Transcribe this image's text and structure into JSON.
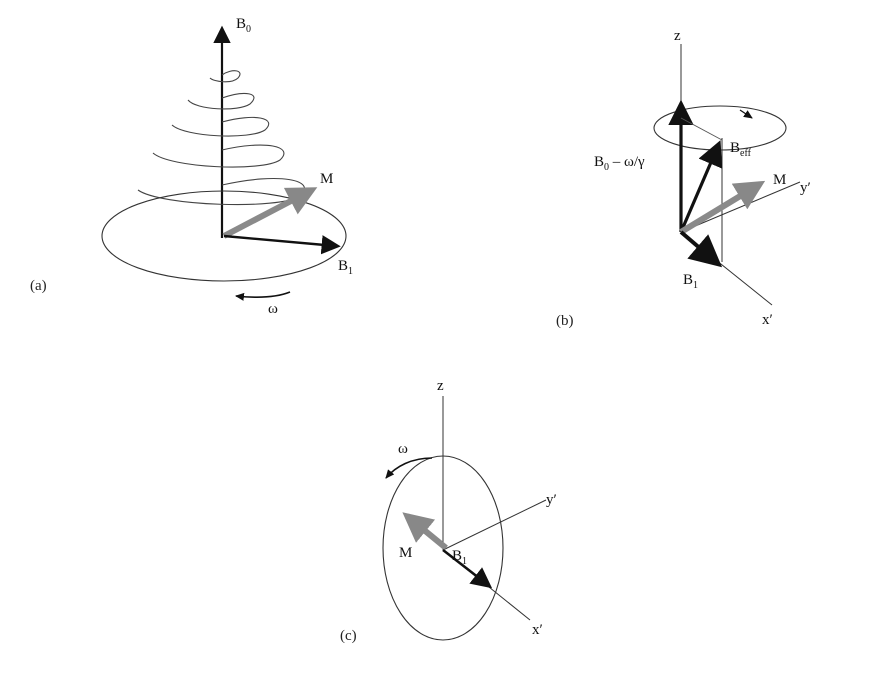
{
  "panels": {
    "a": {
      "caption": "(a)",
      "labels": {
        "b0": "B",
        "b0_sub": "0",
        "m": "M",
        "b1": "B",
        "b1_sub": "1",
        "omega": "ω"
      }
    },
    "b": {
      "caption": "(b)",
      "labels": {
        "z": "z",
        "eff_main": "B",
        "eff_sub": "0",
        "eff_rest": " – ω/γ",
        "beff": "B",
        "beff_sub": "eff",
        "m": "M",
        "yprime": "y′",
        "b1": "B",
        "b1_sub": "1",
        "xprime": "x′"
      }
    },
    "c": {
      "caption": "(c)",
      "labels": {
        "z": "z",
        "omega": "ω",
        "yprime": "y′",
        "m": "M",
        "b1": "B",
        "b1_sub": "1",
        "xprime": "x′"
      }
    }
  },
  "colors": {
    "ink": "#111111",
    "gray_vector": "#8a8a8a",
    "line": "#333333"
  }
}
